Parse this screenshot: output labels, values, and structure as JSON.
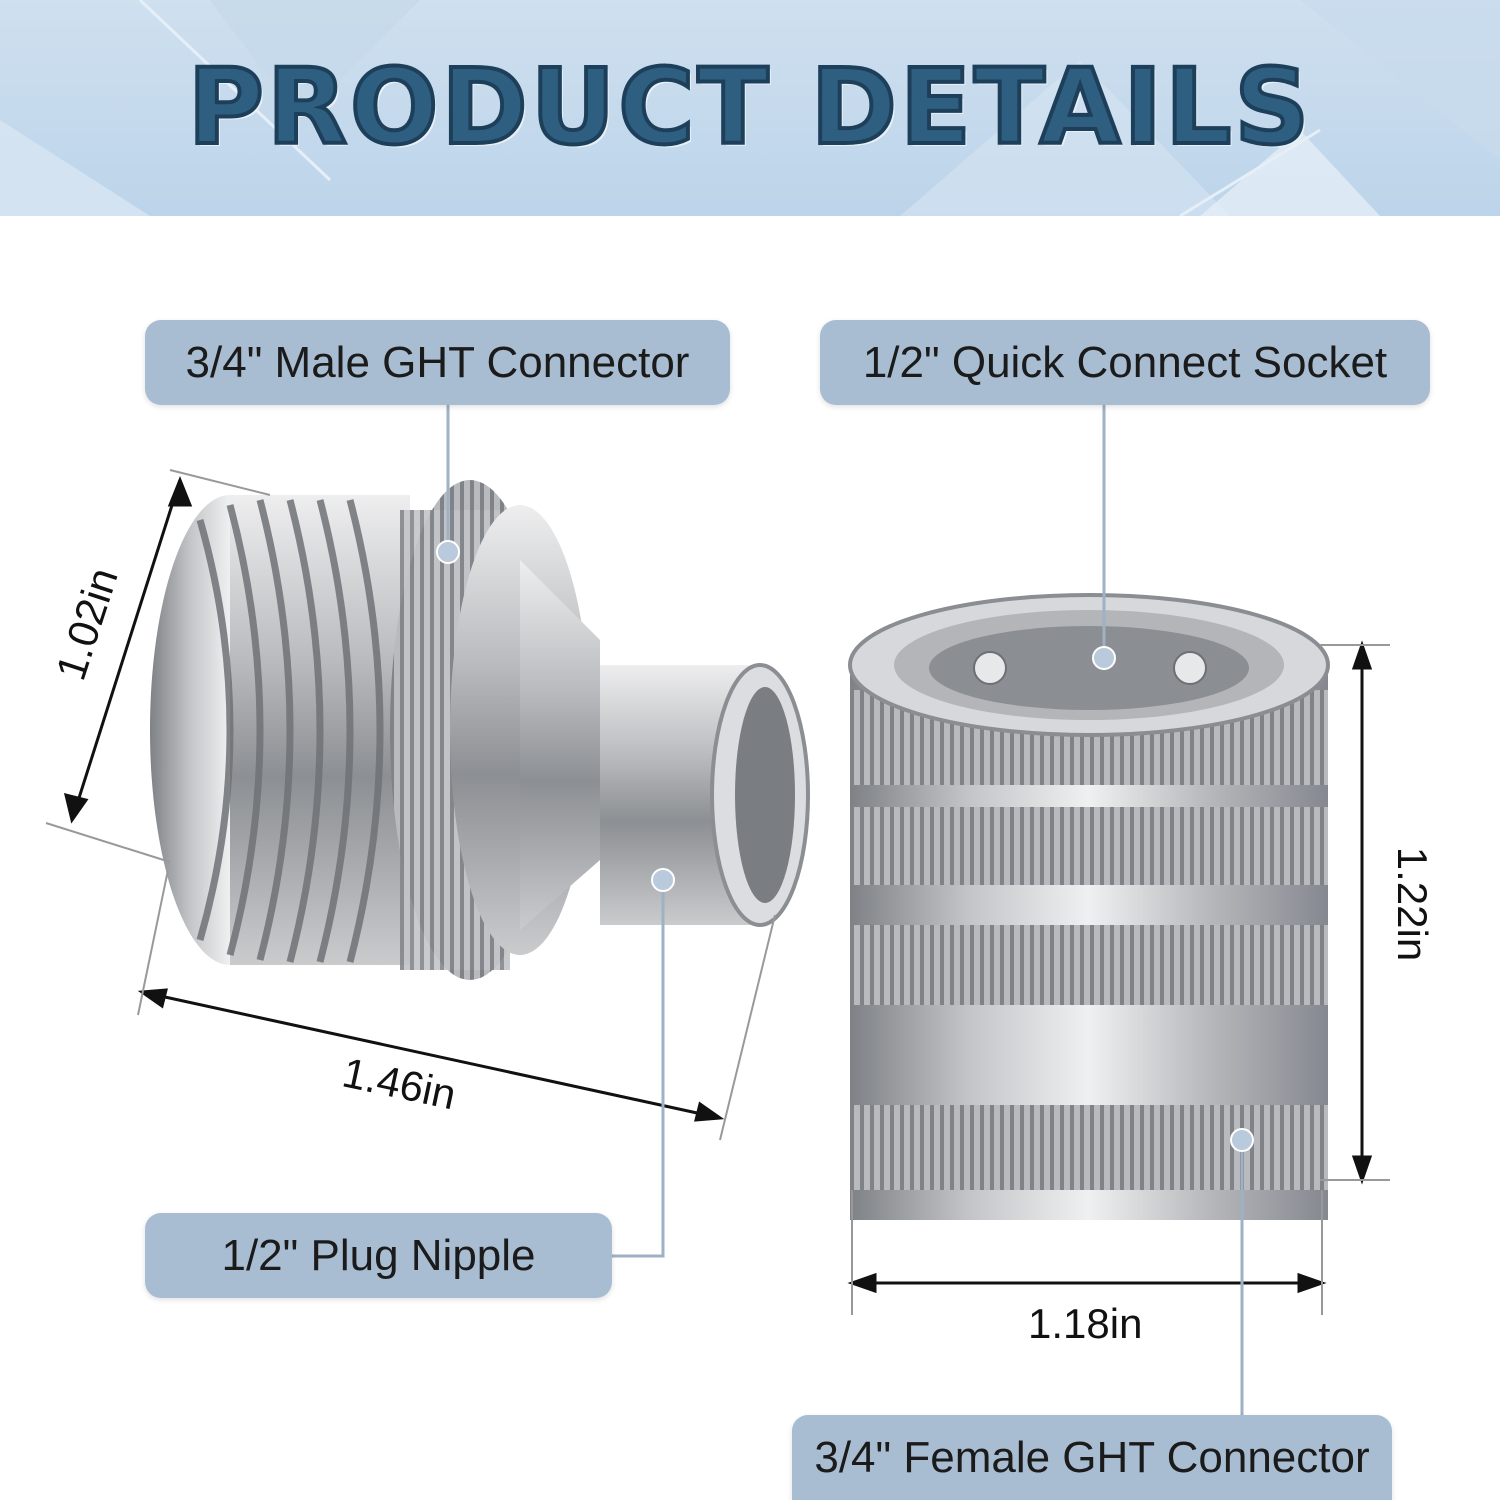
{
  "title": "PRODUCT DETAILS",
  "labels": {
    "male_ght": "3/4\" Male GHT Connector",
    "quick_socket": "1/2\" Quick Connect Socket",
    "plug_nipple": "1/2\" Plug Nipple",
    "female_ght": "3/4\" Female GHT Connector"
  },
  "dimensions": {
    "plug_diameter": "1.02in",
    "plug_length": "1.46in",
    "socket_height": "1.22in",
    "socket_width": "1.18in"
  },
  "colors": {
    "banner": "#bcd4ea",
    "title": "#2f5f80",
    "label_bg": "#a9bdd2",
    "metal": "#a8aaad"
  }
}
